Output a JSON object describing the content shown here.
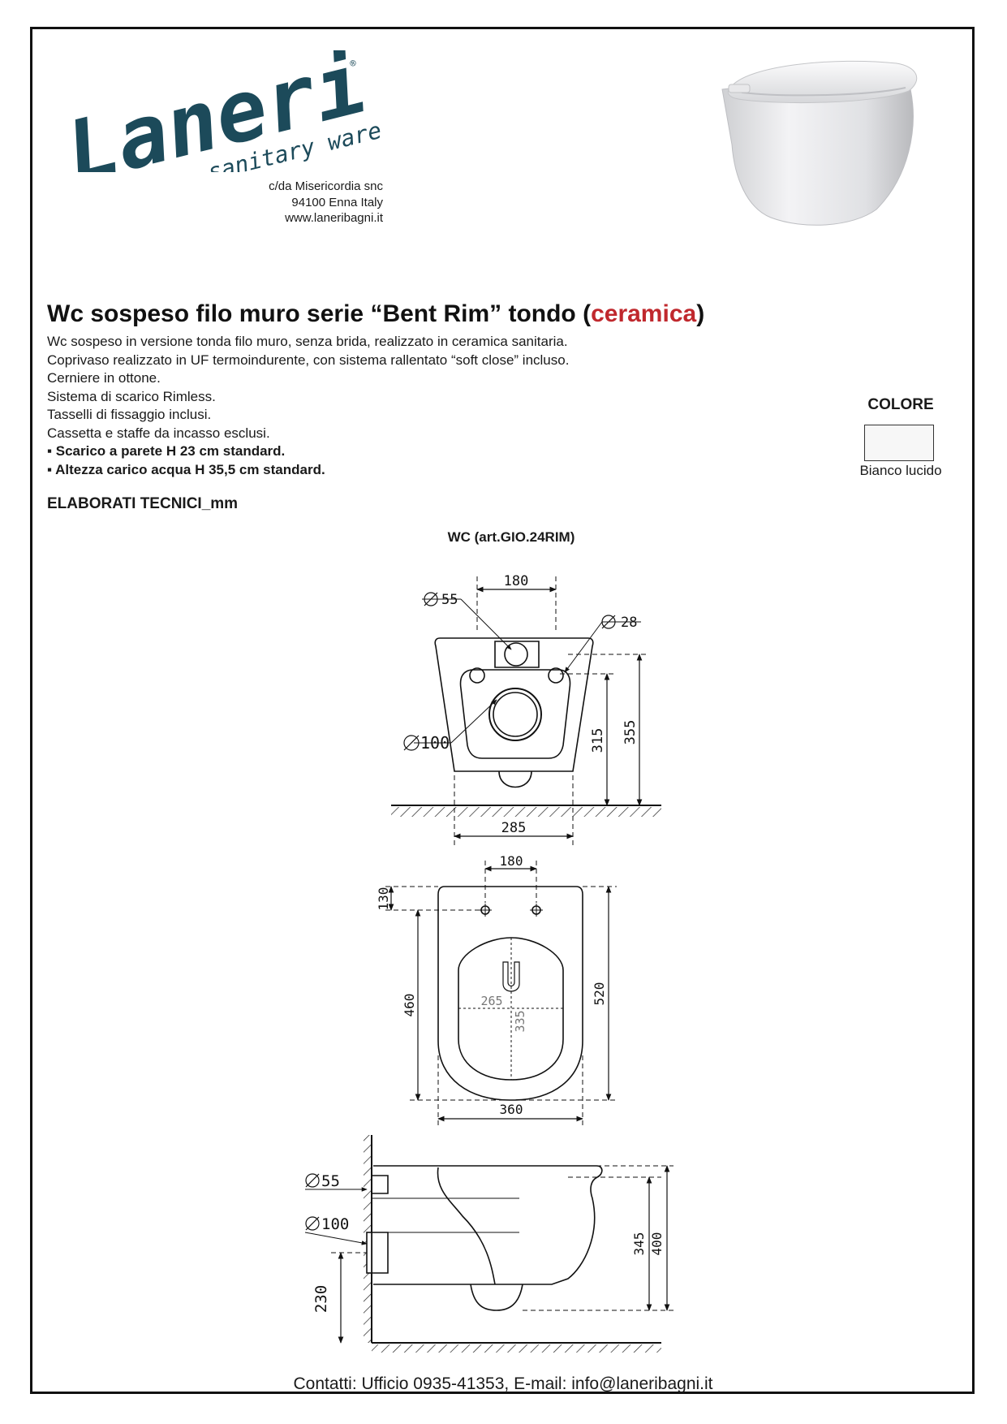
{
  "brand": {
    "logo_text": "Laneri",
    "tagline": "sanitary ware",
    "registered_mark": "®",
    "brand_color": "#1c4a5a"
  },
  "address": {
    "line1": "c/da Misericordia snc",
    "line2": "94100 Enna Italy",
    "line3": "www.laneribagni.it"
  },
  "product": {
    "title_before": "Wc sospeso filo muro serie “Bent Rim” tondo (",
    "title_accent": "ceramica",
    "title_after": ")",
    "accent_color": "#c0282d",
    "description": [
      "Wc sospeso in versione tonda filo muro, senza brida, realizzato in ceramica sanitaria.",
      "Coprivaso realizzato in UF termoindurente, con sistema rallentato “soft close” incluso.",
      "Cerniere in ottone.",
      "Sistema di scarico Rimless.",
      "Tasselli di fissaggio inclusi.",
      "Cassetta e staffe da incasso esclusi."
    ],
    "features": [
      "▪ Scarico a parete H 23 cm standard.",
      "▪ Altezza carico acqua H 35,5 cm standard."
    ]
  },
  "color_panel": {
    "label": "COLORE",
    "swatch_name": "Bianco lucido",
    "swatch_color": "#f7f7f7"
  },
  "section_label": "ELABORATI TECNICI_mm",
  "drawing": {
    "title": "WC (art.GIO.24RIM)",
    "front_view": {
      "dim_top": "180",
      "dim_d55": "55",
      "dim_d28": "28",
      "dim_d100": "100",
      "dim_315": "315",
      "dim_355": "355",
      "dim_bottom": "285"
    },
    "top_view": {
      "dim_top": "180",
      "dim_130": "130",
      "dim_460": "460",
      "dim_520": "520",
      "dim_265": "265",
      "dim_335": "335",
      "dim_bottom": "360"
    },
    "side_view": {
      "dim_d55": "55",
      "dim_d100": "100",
      "dim_230": "230",
      "dim_345": "345",
      "dim_400": "400"
    }
  },
  "contacts": "Contatti: Ufficio 0935-41353, E-mail: info@laneribagni.it"
}
